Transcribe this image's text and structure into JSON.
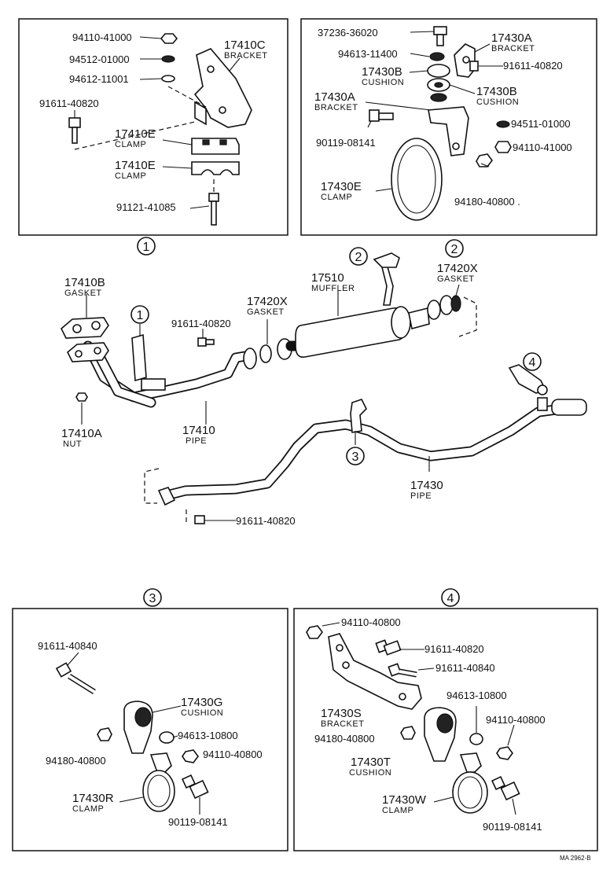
{
  "figure_code": "MA 2962-B",
  "detail_markers": [
    "1",
    "2",
    "3",
    "4"
  ],
  "detail_1": {
    "parts": [
      {
        "number": "94110-41000"
      },
      {
        "number": "94512-01000"
      },
      {
        "number": "94612-11001"
      },
      {
        "number": "91611-40820"
      },
      {
        "code": "17410C",
        "name": "BRACKET"
      },
      {
        "code": "17410E",
        "name": "CLAMP"
      },
      {
        "code": "17410E",
        "name": "CLAMP"
      },
      {
        "number": "91121-41085"
      }
    ]
  },
  "detail_2": {
    "parts": [
      {
        "number": "37236-36020"
      },
      {
        "code": "17430A",
        "name": "BRACKET"
      },
      {
        "number": "94613-11400"
      },
      {
        "number": "91611-40820"
      },
      {
        "code": "17430B",
        "name": "CUSHION"
      },
      {
        "code": "17430A",
        "name": "BRACKET"
      },
      {
        "code": "17430B",
        "name": "CUSHION"
      },
      {
        "number": "94511-01000"
      },
      {
        "number": "90119-08141"
      },
      {
        "number": "94110-41000"
      },
      {
        "code": "17430E",
        "name": "CLAMP"
      },
      {
        "number": "94180-40800 ."
      }
    ]
  },
  "main": {
    "parts": [
      {
        "code": "17410B",
        "name": "GASKET"
      },
      {
        "number": "91611-40820"
      },
      {
        "code": "17420X",
        "name": "GASKET"
      },
      {
        "code": "17510",
        "name": "MUFFLER"
      },
      {
        "code": "17420X",
        "name": "GASKET"
      },
      {
        "code": "17410A",
        "name": "NUT"
      },
      {
        "code": "17410",
        "name": "PIPE"
      },
      {
        "code": "17430",
        "name": "PIPE"
      },
      {
        "number": "91611-40820"
      }
    ]
  },
  "detail_3": {
    "parts": [
      {
        "number": "91611-40840"
      },
      {
        "code": "17430G",
        "name": "CUSHION"
      },
      {
        "number": "94613-10800"
      },
      {
        "number": "94180-40800"
      },
      {
        "number": "94110-40800"
      },
      {
        "code": "17430R",
        "name": "CLAMP"
      },
      {
        "number": "90119-08141"
      }
    ]
  },
  "detail_4": {
    "parts": [
      {
        "number": "94110-40800"
      },
      {
        "number": "91611-40820"
      },
      {
        "number": "91611-40840"
      },
      {
        "number": "94613-10800"
      },
      {
        "code": "17430S",
        "name": "BRACKET"
      },
      {
        "number": "94110-40800"
      },
      {
        "number": "94180-40800"
      },
      {
        "code": "17430T",
        "name": "CUSHION"
      },
      {
        "code": "17430W",
        "name": "CLAMP"
      },
      {
        "number": "90119-08141"
      }
    ]
  }
}
